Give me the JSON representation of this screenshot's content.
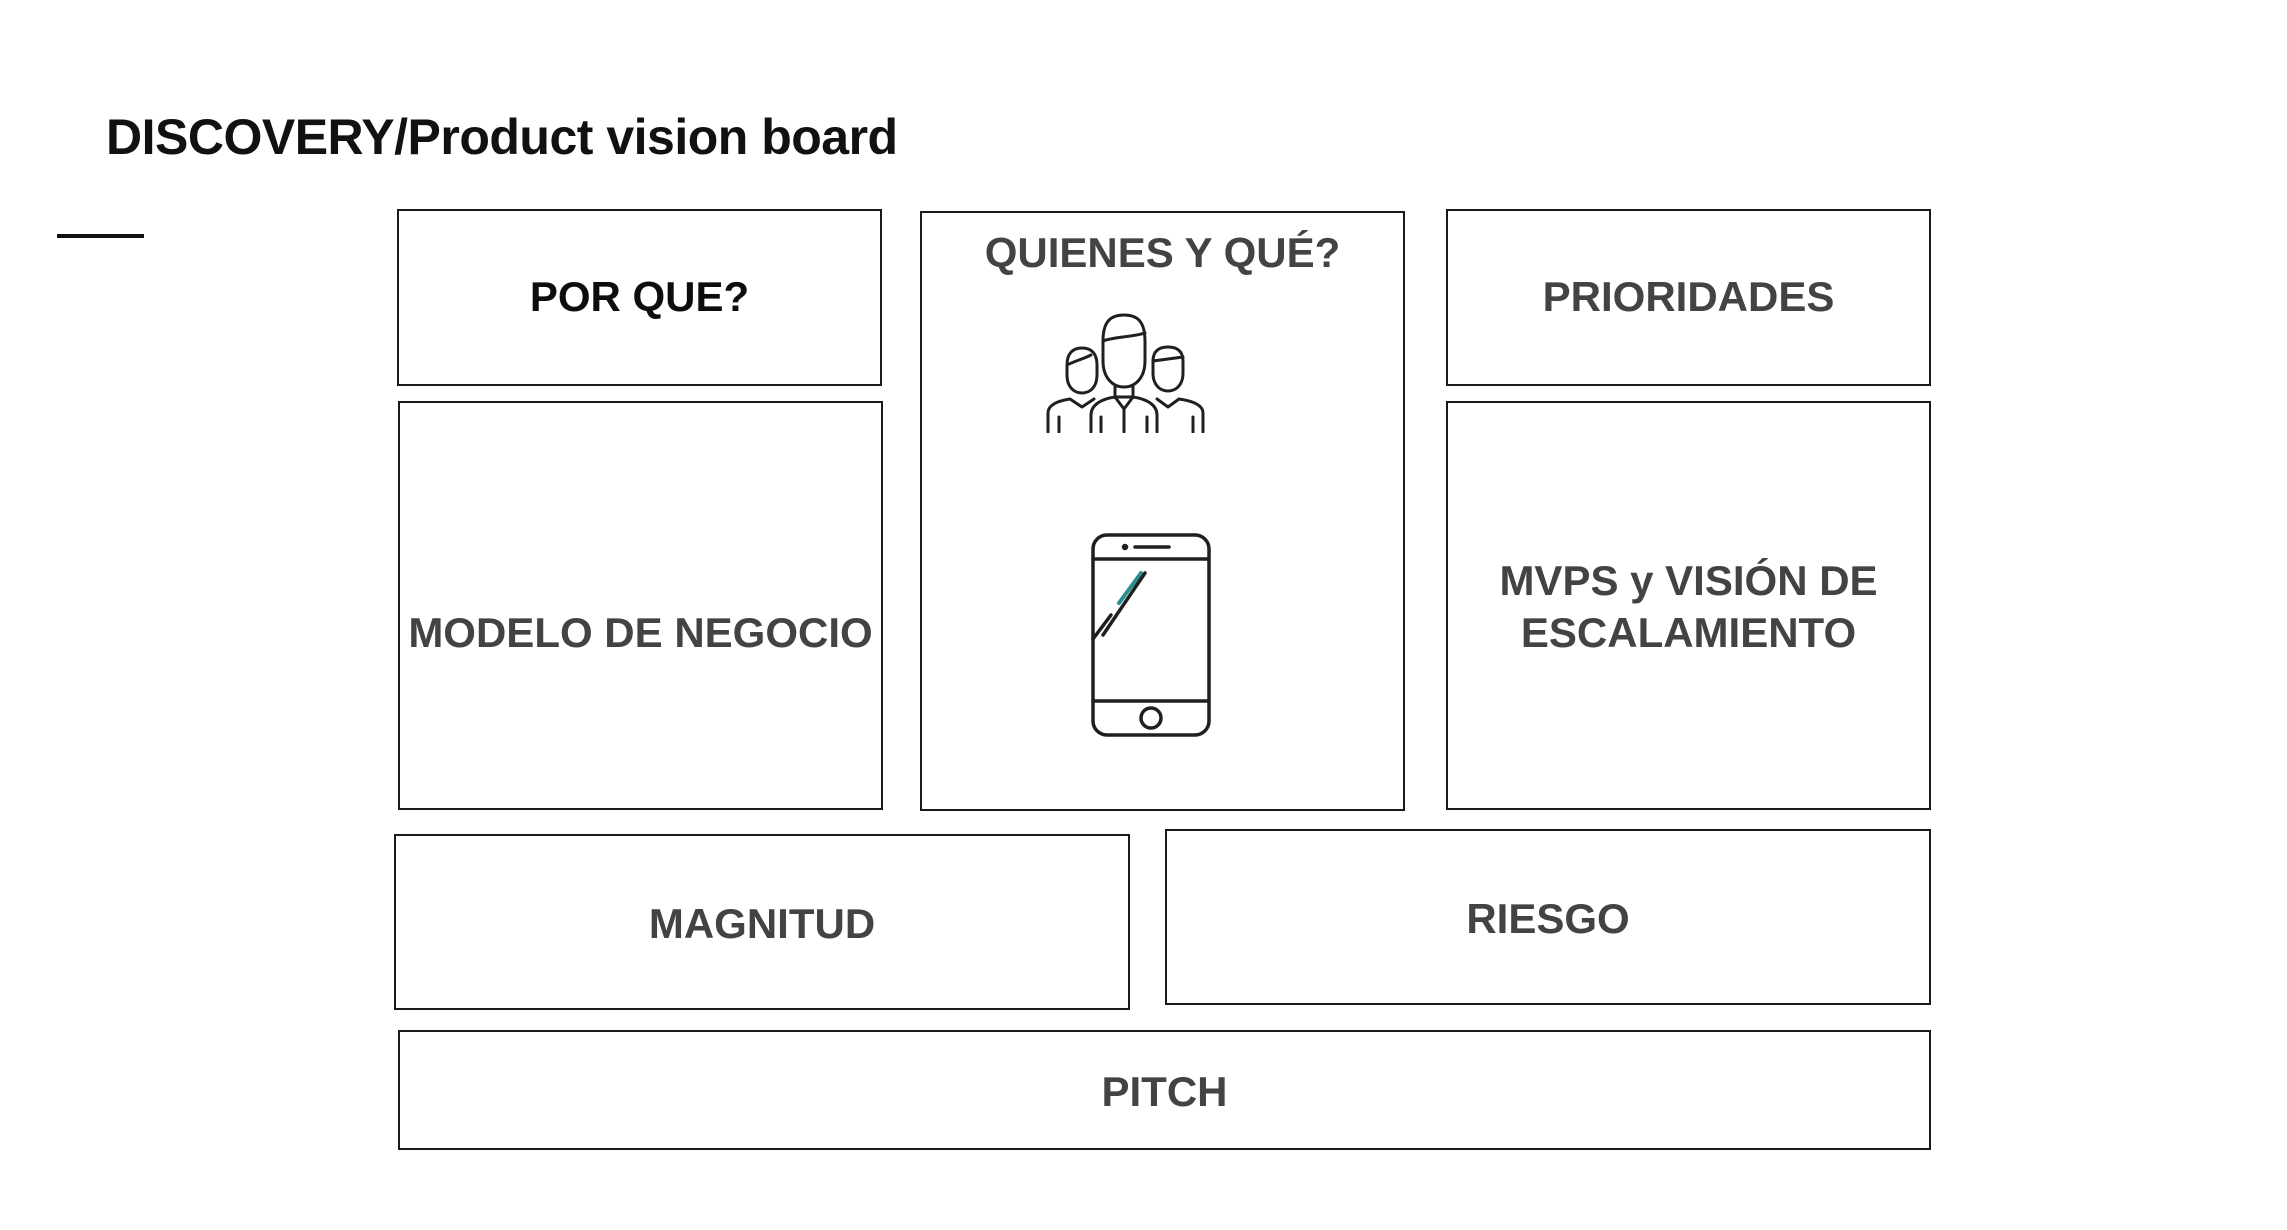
{
  "title": "DISCOVERY/Product vision board",
  "boxes": {
    "por_que": "POR QUE?",
    "quienes": "QUIENES Y QUÉ?",
    "prioridades": "PRIORIDADES",
    "modelo": "MODELO DE NEGOCIO",
    "mvps_line1": "MVPS y VISIÓN DE",
    "mvps_line2": "ESCALAMIENTO",
    "magnitud": "MAGNITUD",
    "riesgo": "RIESGO",
    "pitch": "PITCH"
  },
  "icons": {
    "people": "people-group-icon",
    "phone": "smartphone-icon"
  },
  "colors": {
    "border": "#1a1a1a",
    "label": "#434343",
    "accent": "#2a8f8f"
  }
}
